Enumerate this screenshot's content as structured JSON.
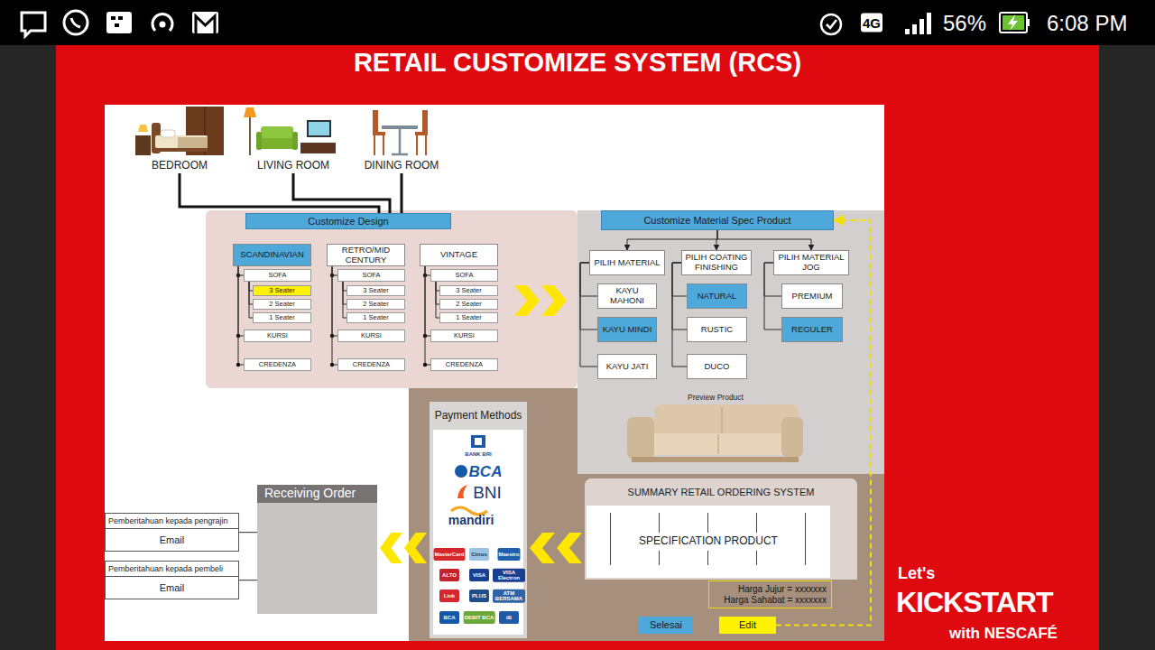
{
  "diagram": {
    "title": "RETAIL CUSTOMIZE SYSTEM (RCS)",
    "nodes": [
      {
        "text": [
          "BEDROOM"
        ]
      },
      {
        "text": [
          "LIVING ROOM"
        ]
      },
      {
        "text": [
          "DINING ROOM"
        ]
      },
      {
        "text": [
          "Customize Design"
        ]
      },
      {
        "text": [
          "SCANDINAVIAN"
        ]
      },
      {
        "text": [
          "SOFA"
        ]
      },
      {
        "text": [
          "3 Seater"
        ]
      },
      {
        "text": [
          "2 Seater"
        ]
      },
      {
        "text": [
          "1 Seater"
        ]
      },
      {
        "text": [
          "KURSI"
        ]
      },
      {
        "text": [
          "CREDENZA"
        ]
      },
      {
        "text": [
          "RETRO/MID CENTURY"
        ]
      },
      {
        "text": [
          "SOFA"
        ]
      },
      {
        "text": [
          "3 Seater"
        ]
      },
      {
        "text": [
          "2 Seater"
        ]
      },
      {
        "text": [
          "1 Seater"
        ]
      },
      {
        "text": [
          "KURSI"
        ]
      },
      {
        "text": [
          "CREDENZA"
        ]
      },
      {
        "text": [
          "VINTAGE"
        ]
      },
      {
        "text": [
          "SOFA"
        ]
      },
      {
        "text": [
          "3 Seater"
        ]
      },
      {
        "text": [
          "2 Seater"
        ]
      },
      {
        "text": [
          "1 Seater"
        ]
      },
      {
        "text": [
          "KURSI"
        ]
      },
      {
        "text": [
          "CREDENZA"
        ]
      },
      {
        "text": [
          "Customize Material Spec Product"
        ]
      },
      {
        "text": [
          "PILIH MATERIAL"
        ]
      },
      {
        "text": [
          "PILIH COATING FINISHING"
        ]
      },
      {
        "text": [
          "PILIH MATERIAL JOG"
        ]
      },
      {
        "text": [
          "KAYU MAHONI"
        ]
      },
      {
        "text": [
          "KAYU MINDI"
        ]
      },
      {
        "text": [
          "KAYU JATI"
        ]
      },
      {
        "text": [
          "NATURAL"
        ]
      },
      {
        "text": [
          "RUSTIC"
        ]
      },
      {
        "text": [
          "DUCO"
        ]
      },
      {
        "text": [
          "PREMIUM"
        ]
      },
      {
        "text": [
          "REGULER"
        ]
      },
      {
        "text": [
          "Payment Methods"
        ]
      },
      {
        "text": [
          "SUMMARY RETAIL ORDERING SYSTEM"
        ]
      },
      {
        "text": [
          "SPECIFICATION PRODUCT"
        ],
        "in": 38
      },
      {
        "text": [
          "Harga Jujur = xxxxxxx",
          "Harga Sahabat = xxxxxxx"
        ]
      },
      {
        "text": [
          "Selesai"
        ]
      },
      {
        "text": [
          "Edit"
        ]
      },
      {
        "text": [
          "Receiving Order"
        ]
      },
      {
        "text": [
          "Pemberitahuan kepada pengrajin",
          "Email"
        ]
      },
      {
        "text": [
          "Pemberitahuan kepada pembeli",
          "Email"
        ]
      }
    ],
    "edges": [
      {
        "from": 0,
        "to": 3,
        "arrow": "none"
      },
      {
        "from": 1,
        "to": 3,
        "arrow": "none"
      },
      {
        "from": 2,
        "to": 3,
        "arrow": "none"
      },
      {
        "from": 4,
        "to": 5,
        "arrow": "none"
      },
      {
        "from": 5,
        "to": 6,
        "arrow": "none"
      },
      {
        "from": 5,
        "to": 7,
        "arrow": "none"
      },
      {
        "from": 5,
        "to": 8,
        "arrow": "none"
      },
      {
        "from": 4,
        "to": 9,
        "arrow": "none"
      },
      {
        "from": 4,
        "to": 10,
        "arrow": "none"
      },
      {
        "from": 11,
        "to": 12,
        "arrow": "none"
      },
      {
        "from": 12,
        "to": 13,
        "arrow": "none"
      },
      {
        "from": 12,
        "to": 14,
        "arrow": "none"
      },
      {
        "from": 12,
        "to": 15,
        "arrow": "none"
      },
      {
        "from": 11,
        "to": 16,
        "arrow": "none"
      },
      {
        "from": 11,
        "to": 17,
        "arrow": "none"
      },
      {
        "from": 18,
        "to": 19,
        "arrow": "none"
      },
      {
        "from": 19,
        "to": 20,
        "arrow": "none"
      },
      {
        "from": 19,
        "to": 21,
        "arrow": "none"
      },
      {
        "from": 19,
        "to": 22,
        "arrow": "none"
      },
      {
        "from": 18,
        "to": 23,
        "arrow": "none"
      },
      {
        "from": 18,
        "to": 24,
        "arrow": "none"
      },
      {
        "from": 25,
        "to": 26,
        "arrow": "to"
      },
      {
        "from": 25,
        "to": 27,
        "arrow": "to"
      },
      {
        "from": 25,
        "to": 28,
        "arrow": "to"
      },
      {
        "from": 26,
        "to": 29,
        "arrow": "none"
      },
      {
        "from": 26,
        "to": 30,
        "arrow": "none"
      },
      {
        "from": 26,
        "to": 31,
        "arrow": "none"
      },
      {
        "from": 27,
        "to": 32,
        "arrow": "none"
      },
      {
        "from": 27,
        "to": 33,
        "arrow": "none"
      },
      {
        "from": 27,
        "to": 34,
        "arrow": "none"
      },
      {
        "from": 28,
        "to": 35,
        "arrow": "none"
      },
      {
        "from": 28,
        "to": 36,
        "arrow": "none"
      },
      {
        "from": 42,
        "to": 25,
        "arrow": "to"
      },
      {
        "from": 44,
        "to": 43,
        "arrow": "none"
      },
      {
        "from": 45,
        "to": 43,
        "arrow": "none"
      },
      {
        "from": 38,
        "to": 37,
        "arrow": "to"
      },
      {
        "from": 37,
        "to": 43,
        "arrow": "to"
      }
    ],
    "labels": [
      "4G",
      "56%",
      "6:08 PM",
      "Preview Product",
      "BANK BRI",
      "BCA",
      "BNI",
      "mandiri",
      "MasterCard",
      "Cirrus",
      "Maestro",
      "ALTO",
      "VISA",
      "VISA Electron",
      "Link",
      "PLUS",
      "ATM BERSAMA",
      "BCA",
      "DEBIT BCA",
      "iB",
      "Let's",
      "KICKSTART",
      "with NESCAFÉ"
    ]
  }
}
